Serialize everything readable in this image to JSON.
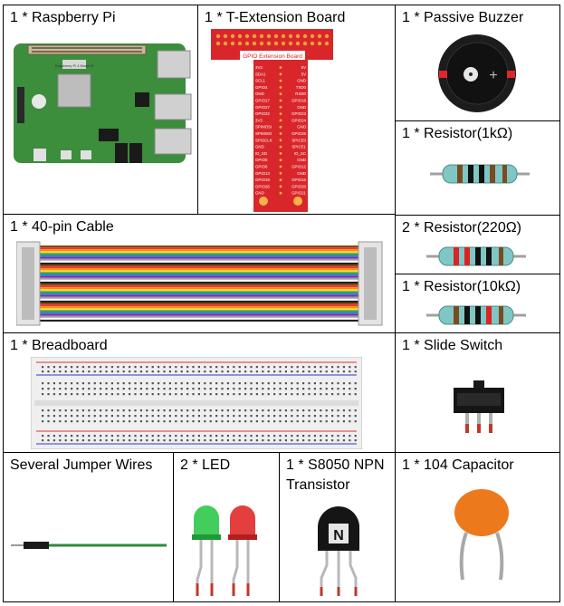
{
  "items": {
    "raspberry_pi": "1 * Raspberry Pi",
    "t_extension_board": "1 * T-Extension Board",
    "passive_buzzer": "1 * Passive Buzzer",
    "resistor_1k": "1 * Resistor(1kΩ)",
    "cable_40pin": "1 * 40-pin Cable",
    "resistor_220": "2 * Resistor(220Ω)",
    "resistor_10k": "1 * Resistor(10kΩ)",
    "breadboard": "1 * Breadboard",
    "slide_switch": "1 * Slide Switch",
    "jumper_wires": "Several Jumper Wires",
    "led": "2 * LED",
    "transistor": "1 * S8050 NPN Transistor",
    "capacitor": "1 * 104 Capacitor"
  },
  "board_text": {
    "gpio_header": "GPIO Extension Board",
    "left_pins": [
      "3V3",
      "SDA1",
      "SCL1",
      "GPIO4",
      "GND",
      "GPIO17",
      "GPIO27",
      "GPIO22",
      "3V3",
      "SPIMOSI",
      "SPIMISO",
      "SPISCLK",
      "GND",
      "ID_SD",
      "GPIO5",
      "GPIO6",
      "GPIO13",
      "GPIO19",
      "GPIO26",
      "GND"
    ],
    "right_pins": [
      "5V",
      "5V",
      "GND",
      "TXD0",
      "RXD0",
      "GPIO18",
      "GND",
      "GPIO23",
      "GPIO24",
      "GND",
      "GPIO25",
      "SPICE0",
      "SPICE1",
      "ID_SC",
      "GND",
      "GPIO12",
      "GND",
      "GPIO16",
      "GPIO20",
      "GPIO21"
    ],
    "pi_chip_text": "Raspberry Pi 4 Model B",
    "transistor_mark": "N"
  },
  "colors": {
    "pi_green": "#3c8d3c",
    "board_red": "#d9262b",
    "buzzer_black": "#1c1c1c",
    "led_green": "#2fc84a",
    "led_red": "#e02a2a",
    "capacitor_orange": "#ec7a1c",
    "wire_green": "#2d8a3a"
  }
}
